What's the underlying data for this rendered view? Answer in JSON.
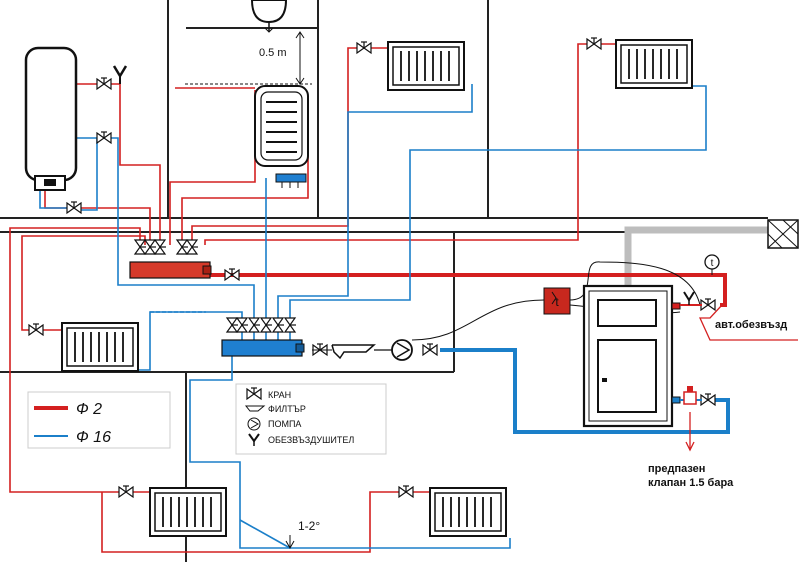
{
  "labels": {
    "height_note": "0.5 m",
    "slope_note": "1-2°",
    "auto_vent": "авт.обезвъзд",
    "relief_line1": "предпазен",
    "relief_line2": "клапан 1.5 бара",
    "thermometer": "t",
    "controller": "t"
  },
  "legend": {
    "hot_symbol": "Ф 2",
    "cold_symbol": "Ф 16",
    "items": [
      "КРАН",
      "ФИЛТЪР",
      "ПОМПА",
      "ОБЕЗВЪЗДУШИТЕЛ"
    ]
  },
  "colors": {
    "hot_pipe": "#d42020",
    "cold_pipe": "#1b7fc9",
    "manifold_red": "#d63a2a",
    "manifold_blue": "#1f7fd0",
    "controller": "#c8281e",
    "chimney": "#bdbdbd"
  },
  "icons": [
    "valve-icon",
    "filter-icon",
    "pump-icon",
    "air-vent-icon"
  ]
}
